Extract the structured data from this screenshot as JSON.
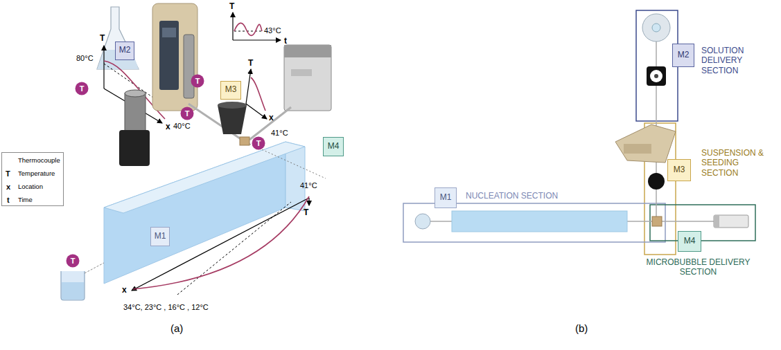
{
  "diagram": {
    "nodes": [
      {
        "text": [
          "M2"
        ]
      },
      {
        "text": [
          "M3"
        ]
      },
      {
        "text": [
          "M4"
        ]
      },
      {
        "text": [
          "M1"
        ]
      },
      {
        "text": [
          "T"
        ]
      },
      {
        "text": [
          "T"
        ]
      },
      {
        "text": [
          "T"
        ]
      },
      {
        "text": [
          "T"
        ]
      },
      {
        "text": [
          "T"
        ]
      },
      {
        "text": [
          "M2"
        ]
      },
      {
        "text": [
          "M3"
        ]
      },
      {
        "text": [
          "M1"
        ]
      },
      {
        "text": [
          "M4"
        ]
      }
    ],
    "labels": [
      "(a)",
      "(b)",
      "80°C",
      "40°C",
      "43°C",
      "41°C",
      "41°C",
      "34°C, 23°C , 16°C , 12°C",
      "T",
      "x",
      "T",
      "t",
      "T",
      "x",
      "T",
      "x",
      "NUCLEATION SECTION",
      "SOLUTION DELIVERY SECTION",
      "SUSPENSION & SEEDING SECTION",
      "MICROBUBBLE DELIVERY SECTION",
      "T",
      "T",
      "x",
      "t"
    ],
    "legend": [
      {
        "text": "Thermocouple"
      },
      {
        "text": "Temperature"
      },
      {
        "text": "Location"
      },
      {
        "text": "Time"
      }
    ]
  }
}
